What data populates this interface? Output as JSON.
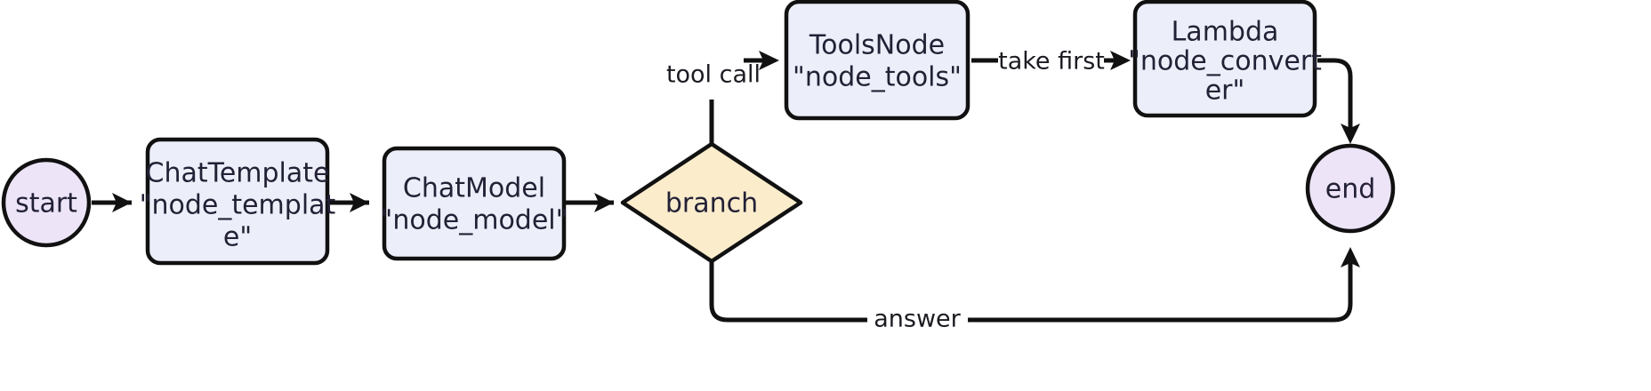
{
  "diagram": {
    "type": "flowchart",
    "orientation": "left-to-right",
    "background_color": "#ffffff",
    "edge_color": "#111111",
    "text_color": "#232136"
  },
  "palette": {
    "terminal_fill": "#ede4f8",
    "terminal_stroke": "#111111",
    "process_fill": "#eceff9",
    "process_stroke": "#111111",
    "decision_fill": "#fbeccc",
    "decision_stroke": "#111111"
  },
  "nodes": [
    {
      "id": "start",
      "shape": "circle",
      "label": "start",
      "lines": [
        "start"
      ],
      "fill": "#ede4f8"
    },
    {
      "id": "node_template",
      "shape": "rounded-rect",
      "label": "ChatTemplate \"node_template\"",
      "lines": [
        "ChatTemplate",
        "\"node_templat",
        "e\""
      ],
      "fill": "#eceff9"
    },
    {
      "id": "node_model",
      "shape": "rounded-rect",
      "label": "ChatModel \"node_model\"",
      "lines": [
        "ChatModel",
        "\"node_model\""
      ],
      "fill": "#eceff9"
    },
    {
      "id": "branch",
      "shape": "diamond",
      "label": "branch",
      "lines": [
        "branch"
      ],
      "fill": "#fbeccc"
    },
    {
      "id": "node_tools",
      "shape": "rounded-rect",
      "label": "ToolsNode \"node_tools\"",
      "lines": [
        "ToolsNode",
        "\"node_tools\""
      ],
      "fill": "#eceff9"
    },
    {
      "id": "node_converter",
      "shape": "rounded-rect",
      "label": "Lambda \"node_converter\"",
      "lines": [
        "Lambda",
        "\"node_convert",
        "er\""
      ],
      "fill": "#eceff9"
    },
    {
      "id": "end",
      "shape": "circle",
      "label": "end",
      "lines": [
        "end"
      ],
      "fill": "#ede4f8"
    }
  ],
  "edges": [
    {
      "id": "e1",
      "from": "start",
      "to": "node_template",
      "label": ""
    },
    {
      "id": "e2",
      "from": "node_template",
      "to": "node_model",
      "label": ""
    },
    {
      "id": "e3",
      "from": "node_model",
      "to": "branch",
      "label": ""
    },
    {
      "id": "e4",
      "from": "branch",
      "to": "node_tools",
      "label": "tool call"
    },
    {
      "id": "e5",
      "from": "node_tools",
      "to": "node_converter",
      "label": "take first"
    },
    {
      "id": "e6",
      "from": "node_converter",
      "to": "end",
      "label": ""
    },
    {
      "id": "e7",
      "from": "branch",
      "to": "end",
      "label": "answer"
    }
  ],
  "edge_labels": {
    "tool_call": "tool call",
    "take_first": "take first",
    "answer": "answer"
  }
}
